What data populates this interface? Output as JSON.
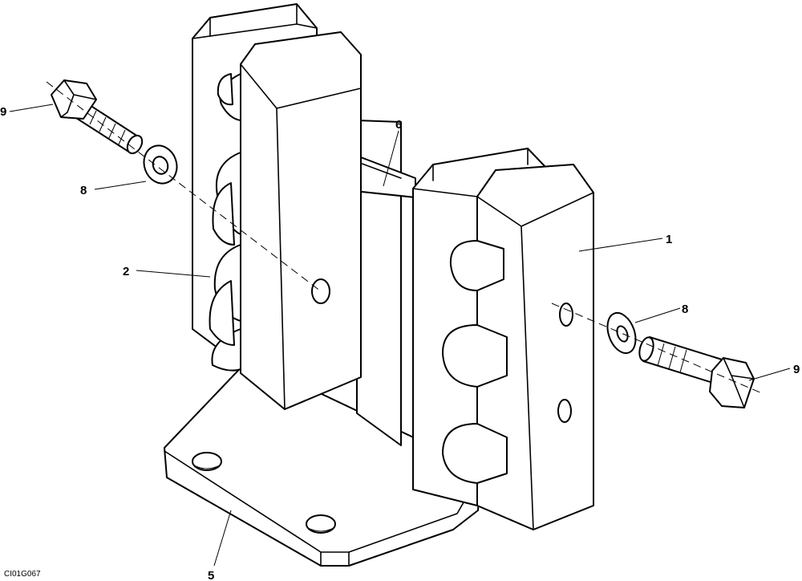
{
  "figure_id": "CI01G067",
  "callouts": {
    "c1": "1",
    "c2": "2",
    "c5": "5",
    "c6": "6",
    "c8_left": "8",
    "c8_right": "8",
    "c9_left": "9",
    "c9_right": "9"
  },
  "line_color": "#000000",
  "background": "#ffffff"
}
